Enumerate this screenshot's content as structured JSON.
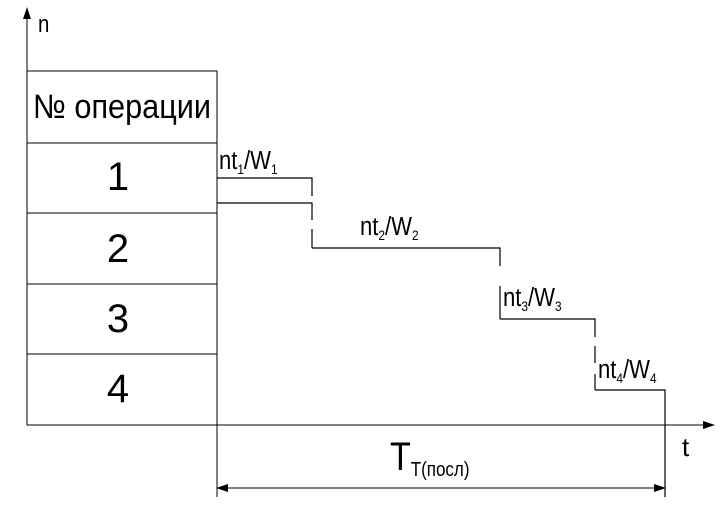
{
  "axes": {
    "y_label": "n",
    "x_label": "t"
  },
  "table": {
    "header": "№ операции",
    "rows": [
      "1",
      "2",
      "3",
      "4"
    ]
  },
  "operations": [
    {
      "base": "nt",
      "sub1": "1",
      "slash": "/W",
      "sub2": "1"
    },
    {
      "base": "nt",
      "sub1": "2",
      "slash": "/W",
      "sub2": "2"
    },
    {
      "base": "nt",
      "sub1": "3",
      "slash": "/W",
      "sub2": "3"
    },
    {
      "base": "nt",
      "sub1": "4",
      "slash": "/W",
      "sub2": "4"
    }
  ],
  "total_time": {
    "symbol": "T",
    "subscript": "Т(посл)"
  }
}
